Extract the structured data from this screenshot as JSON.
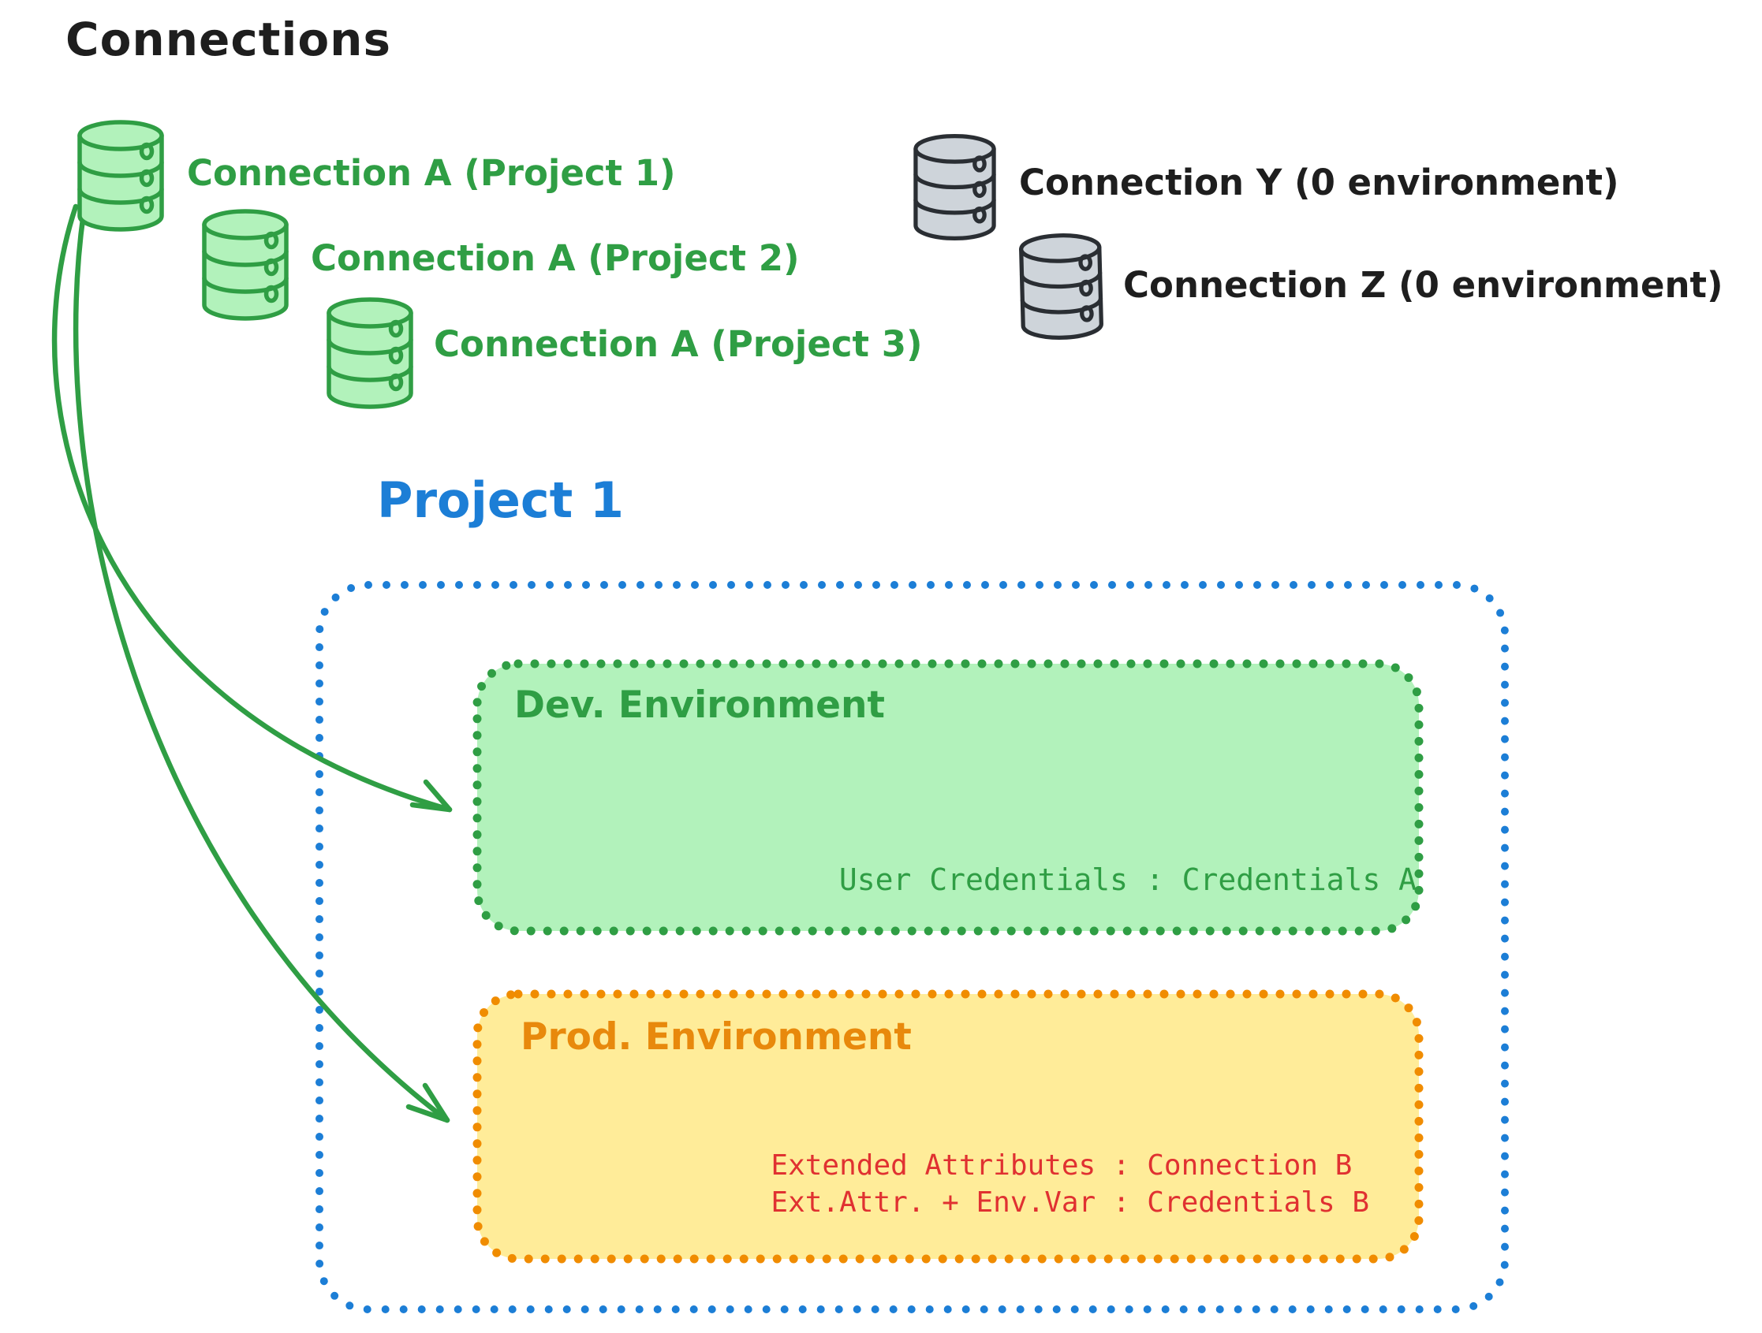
{
  "title": "Connections",
  "palette": {
    "ink": "#1e1e1e",
    "green": "#2f9e44",
    "green_fill": "#b2f2bb",
    "blue": "#1c7ed6",
    "orange": "#f08c00",
    "orange_text": "#e8890c",
    "yellow_fill": "#ffec99",
    "red": "#e03131",
    "gray_fill": "#ced4da",
    "gray_stroke": "#2a2e33"
  },
  "icons": {
    "database": "database-cylinder-icon",
    "arrow": "curved-arrow"
  },
  "connections": {
    "green": [
      {
        "label": "Connection A (Project 1)"
      },
      {
        "label": "Connection A (Project 2)"
      },
      {
        "label": "Connection A (Project 3)"
      }
    ],
    "gray": [
      {
        "label": "Connection Y (0 environment)"
      },
      {
        "label": "Connection Z (0 environment)"
      }
    ]
  },
  "project": {
    "title": "Project 1",
    "environments": {
      "dev": {
        "title": "Dev. Environment",
        "credentials": "User Credentials : Credentials A"
      },
      "prod": {
        "title": "Prod. Environment",
        "lines": [
          "Extended Attributes : Connection B",
          "Ext.Attr. + Env.Var : Credentials B"
        ]
      }
    }
  }
}
